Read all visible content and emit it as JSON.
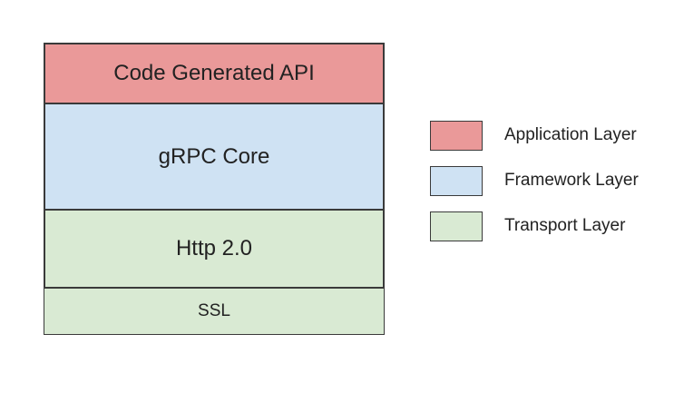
{
  "stack": {
    "layers": [
      {
        "label": "Code Generated API",
        "color": "#ea9999",
        "group": "application"
      },
      {
        "label": "gRPC Core",
        "color": "#cfe2f3",
        "group": "framework"
      },
      {
        "label": "Http 2.0",
        "color": "#d9ead3",
        "group": "transport"
      },
      {
        "label": "SSL",
        "color": "#d9ead3",
        "group": "transport"
      }
    ]
  },
  "legend": {
    "items": [
      {
        "label": "Application Layer",
        "color": "#ea9999"
      },
      {
        "label": "Framework Layer",
        "color": "#cfe2f3"
      },
      {
        "label": "Transport Layer",
        "color": "#d9ead3"
      }
    ]
  }
}
